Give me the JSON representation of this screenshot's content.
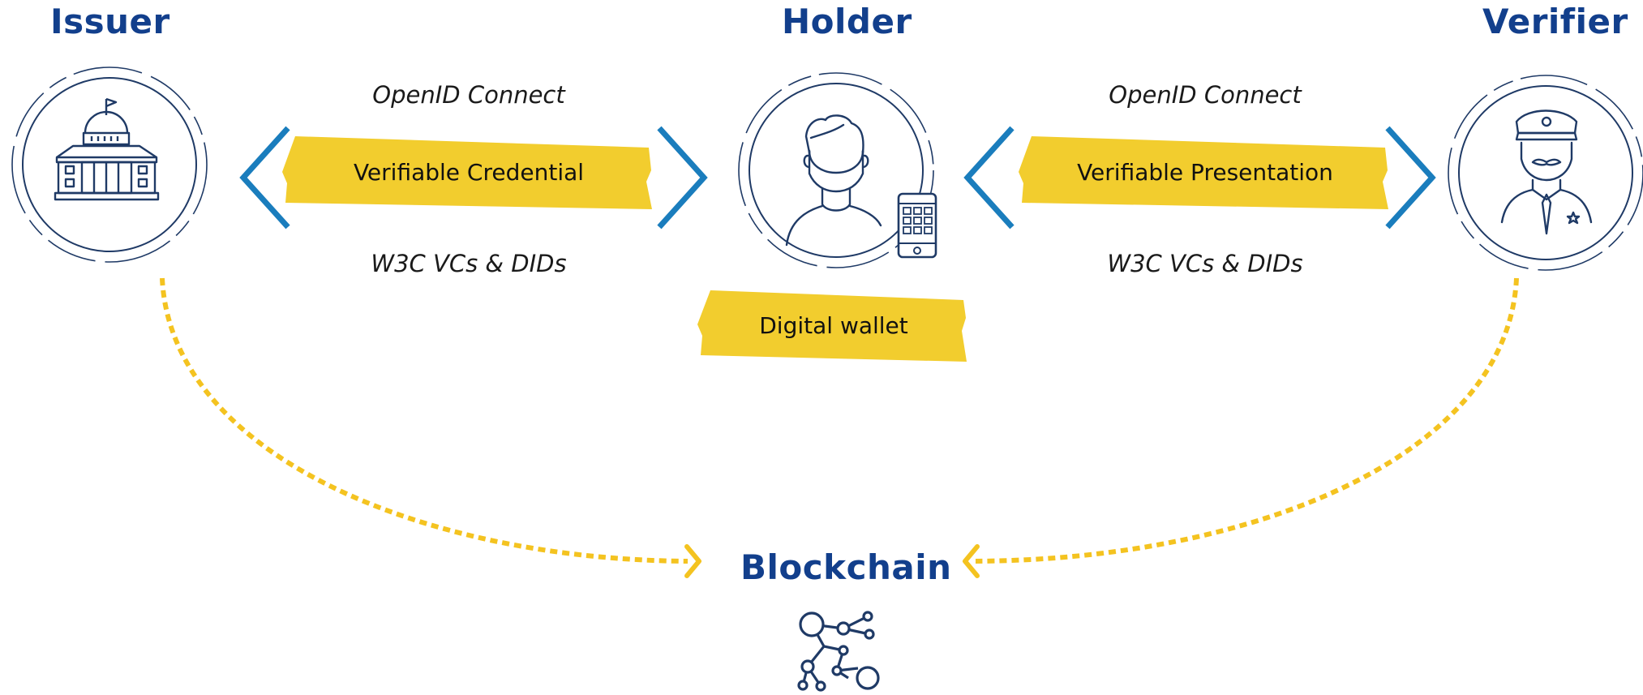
{
  "roles": {
    "issuer": "Issuer",
    "holder": "Holder",
    "verifier": "Verifier",
    "blockchain": "Blockchain"
  },
  "left_exchange": {
    "protocol_top": "OpenID Connect",
    "credential": "Verifiable Credential",
    "protocol_bottom": "W3C VCs & DIDs"
  },
  "right_exchange": {
    "protocol_top": "OpenID Connect",
    "credential": "Verifiable Presentation",
    "protocol_bottom": "W3C VCs & DIDs"
  },
  "holder_tag": "Digital wallet",
  "icons": {
    "issuer": "government-building-icon",
    "holder": "person-with-phone-icon",
    "verifier": "police-officer-icon",
    "blockchain": "network-nodes-icon"
  },
  "colors": {
    "navy": "#123f8c",
    "line": "#1f3a66",
    "chevron": "#1a7dbd",
    "tape": "#f2cd2e",
    "dashed": "#f4c320"
  }
}
